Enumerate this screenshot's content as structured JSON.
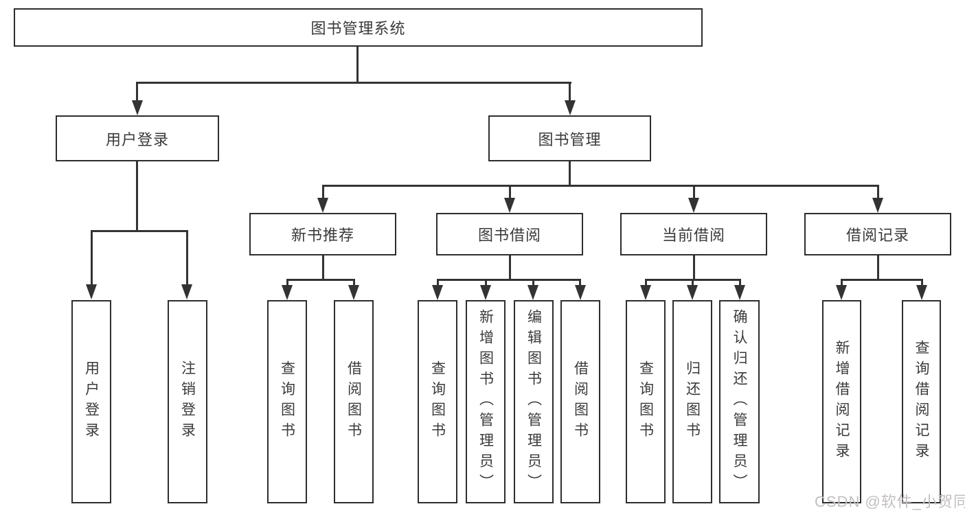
{
  "diagram": {
    "background": "#ffffff",
    "colors": {
      "line": "#333333",
      "box_border": "#2d2d2d",
      "box_fill": "#ffffff",
      "text": "#3a3a3a",
      "watermark": "#c3bfc1",
      "background": "#ffffff"
    },
    "watermark": "CSDN @软件_小贺同学",
    "nodes": {
      "root": {
        "label": "图书管理系统"
      },
      "level2": [
        {
          "label": "用户登录"
        },
        {
          "label": "图书管理"
        }
      ],
      "level3": [
        {
          "label": "新书推荐"
        },
        {
          "label": "图书借阅"
        },
        {
          "label": "当前借阅"
        },
        {
          "label": "借阅记录"
        }
      ],
      "leaves": {
        "user_login": [
          "用户登录",
          "注销登录"
        ],
        "new_book_recommend": [
          "查询图书",
          "借阅图书"
        ],
        "book_borrow": [
          "查询图书",
          "新增图书（管理员）",
          "编辑图书（管理员）",
          "借阅图书"
        ],
        "current_borrow": [
          "查询图书",
          "归还图书",
          "确认归还（管理员）"
        ],
        "borrow_records": [
          "新增借阅记录",
          "查询借阅记录"
        ]
      }
    }
  }
}
